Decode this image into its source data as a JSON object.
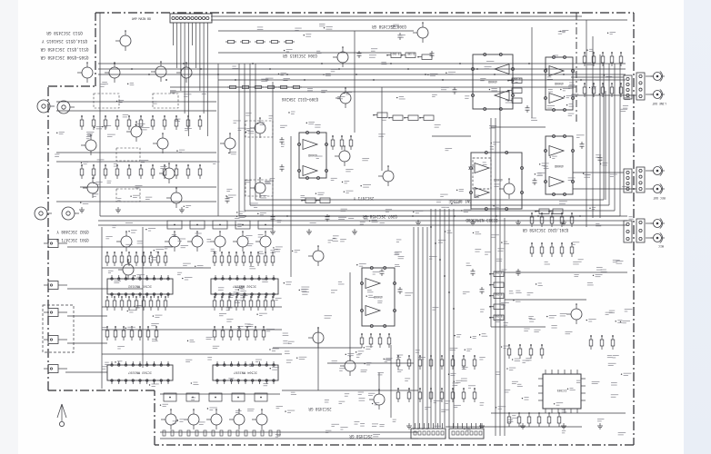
{
  "diagram": {
    "type": "audio amplifier board schematic (scanned service manual page)",
    "parts_list": [
      "Q505~Q508 2SC2458 GR",
      "Q511,Q512 2SC2458 GR",
      "Q514,Q515 2SA1015 Y",
      "Q513 2SC2458 GR"
    ],
    "component_labels": [
      {
        "id": "q308",
        "text": "Q308 2SC2458 GR"
      },
      {
        "id": "q304",
        "text": "Q304 2SC1815 GR"
      },
      {
        "id": "q309",
        "text": "Q309~Q312 2SK246"
      },
      {
        "id": "q305",
        "text": "2SC2471 Y"
      },
      {
        "id": "q307",
        "text": "Q307 2SC2458 GR"
      },
      {
        "id": "gn-bridge",
        "text": "GN1 BRIDGE"
      },
      {
        "id": "ic303",
        "text": "IC303 NJM4560D"
      },
      {
        "id": "q501",
        "text": "Q501 2SC2471 B"
      },
      {
        "id": "q502",
        "text": "Q502 2SC2408 Y"
      },
      {
        "id": "q201",
        "text": "Q201,Q202 2SC2458 GR"
      },
      {
        "id": "q-bbd",
        "text": "2SC2458 GR"
      },
      {
        "id": "q-out",
        "text": "2SC2458 GR"
      }
    ],
    "ic_label": "4560D",
    "long_ic_labels": [
      "IC501 MN3102",
      "IC502 MN3207",
      "IC503 MN3207",
      "IC504 MN3207"
    ],
    "big_ic_label": "IC305",
    "connector_label": "AMP MAIN BD",
    "jack_labels": [
      "LINE OUT",
      "REC OUT",
      "MIC"
    ],
    "flag_label": "B-GND",
    "colors": {
      "ink": "#3b3b40",
      "paper": "#ffffff",
      "margin_right": "#e9eef6",
      "noise": "#70707a"
    }
  }
}
